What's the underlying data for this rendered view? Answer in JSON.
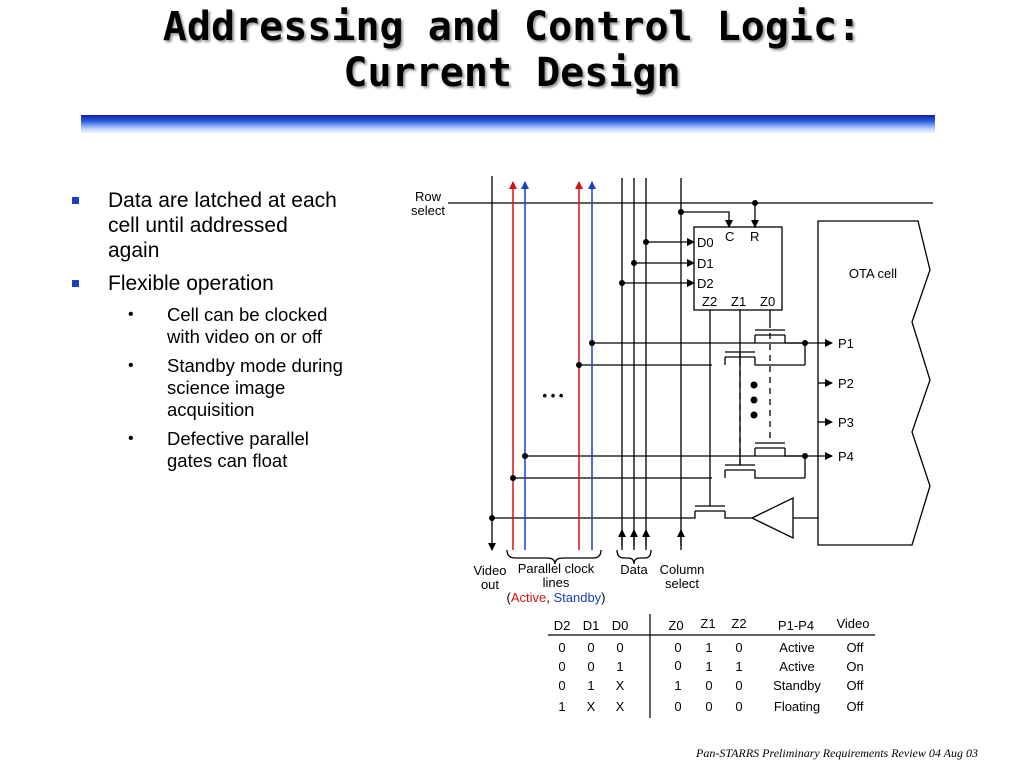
{
  "title": {
    "line1": "Addressing and Control Logic:",
    "line2": "Current Design"
  },
  "bullets": [
    {
      "text": "Data are latched at each cell until addressed again",
      "level": 1,
      "lines": [
        "Data are latched at each",
        "cell until addressed",
        "again"
      ]
    },
    {
      "text": "Flexible operation",
      "level": 1,
      "lines": [
        "Flexible operation"
      ]
    },
    {
      "text": "Cell can be clocked with video on or off",
      "level": 2,
      "lines": [
        "Cell can be clocked",
        "with video on or off"
      ]
    },
    {
      "text": "Standby mode during science image acquisition",
      "level": 2,
      "lines": [
        "Standby mode during",
        "science image",
        "acquisition"
      ]
    },
    {
      "text": "Defective parallel gates can float",
      "level": 2,
      "lines": [
        "Defective parallel",
        "gates can float"
      ]
    }
  ],
  "diagram": {
    "row_select": [
      "Row",
      "select"
    ],
    "latch_inputs": [
      "D0",
      "D1",
      "D2"
    ],
    "latch_controls": [
      "C",
      "R"
    ],
    "latch_outputs": [
      "Z2",
      "Z1",
      "Z0"
    ],
    "ota_label": "OTA cell",
    "phases": [
      "P1",
      "P2",
      "P3",
      "P4"
    ],
    "ellipsis": "• • •",
    "bottom_labels": {
      "video_out": [
        "Video",
        "out"
      ],
      "parallel": [
        "Parallel clock",
        "lines"
      ],
      "data": "Data",
      "column": [
        "Column",
        "select"
      ],
      "active": "Active",
      "standby": "Standby",
      "open_paren": "(",
      "comma": ", ",
      "close_paren": ")"
    },
    "colors": {
      "active": "#d41414",
      "standby": "#1a3fc2",
      "wire": "#000000"
    }
  },
  "truth_table": {
    "headers": [
      "D2",
      "D1",
      "D0",
      "Z0",
      "Z1",
      "Z2",
      "P1-P4",
      "Video"
    ],
    "rows": [
      [
        "0",
        "0",
        "0",
        "0",
        "1",
        "0",
        "Active",
        "Off"
      ],
      [
        "0",
        "0",
        "1",
        "0",
        "1",
        "1",
        "Active",
        "On"
      ],
      [
        "0",
        "1",
        "X",
        "1",
        "0",
        "0",
        "Standby",
        "Off"
      ],
      [
        "1",
        "X",
        "X",
        "0",
        "0",
        "0",
        "Floating",
        "Off"
      ]
    ]
  },
  "footer": "Pan-STARRS Preliminary Requirements Review 04 Aug 03"
}
